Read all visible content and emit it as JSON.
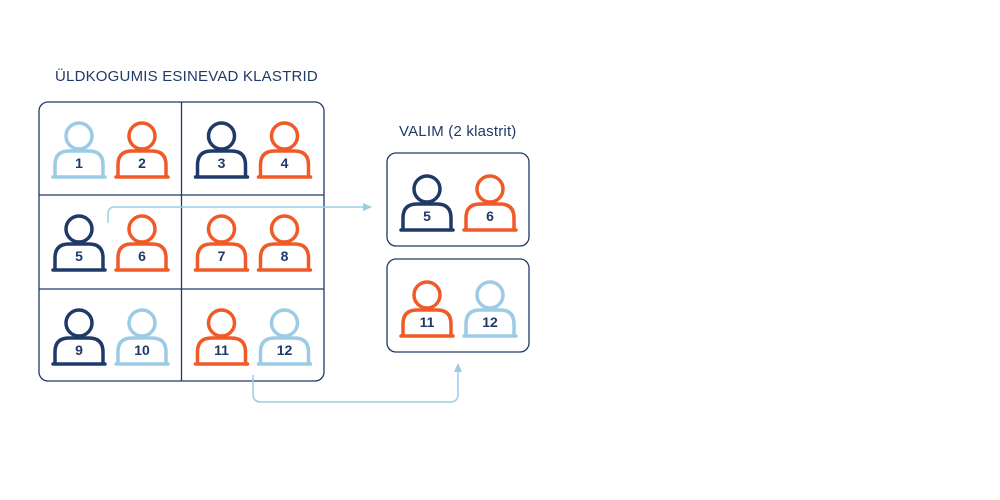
{
  "population": {
    "title": "ÜLDKOGUMIS ESINEVAD KLASTRID",
    "clusters": [
      {
        "people": [
          {
            "number": "1",
            "color": "#9ccbe6"
          },
          {
            "number": "2",
            "color": "#f05a28"
          }
        ]
      },
      {
        "people": [
          {
            "number": "3",
            "color": "#1f3a68"
          },
          {
            "number": "4",
            "color": "#f05a28"
          }
        ]
      },
      {
        "people": [
          {
            "number": "5",
            "color": "#1f3a68"
          },
          {
            "number": "6",
            "color": "#f05a28"
          }
        ]
      },
      {
        "people": [
          {
            "number": "7",
            "color": "#f05a28"
          },
          {
            "number": "8",
            "color": "#f05a28"
          }
        ]
      },
      {
        "people": [
          {
            "number": "9",
            "color": "#1f3a68"
          },
          {
            "number": "10",
            "color": "#9ccbe6"
          }
        ]
      },
      {
        "people": [
          {
            "number": "11",
            "color": "#f05a28"
          },
          {
            "number": "12",
            "color": "#9ccbe6"
          }
        ]
      }
    ]
  },
  "sample": {
    "title": "VALIM (2 klastrit)",
    "clusters": [
      {
        "people": [
          {
            "number": "5",
            "color": "#1f3a68"
          },
          {
            "number": "6",
            "color": "#f05a28"
          }
        ]
      },
      {
        "people": [
          {
            "number": "11",
            "color": "#f05a28"
          },
          {
            "number": "12",
            "color": "#9ccbe6"
          }
        ]
      }
    ]
  },
  "colors": {
    "frame": "#1f3a68",
    "arrow": "#9ccbe6",
    "number_text": "#1f3a68"
  }
}
